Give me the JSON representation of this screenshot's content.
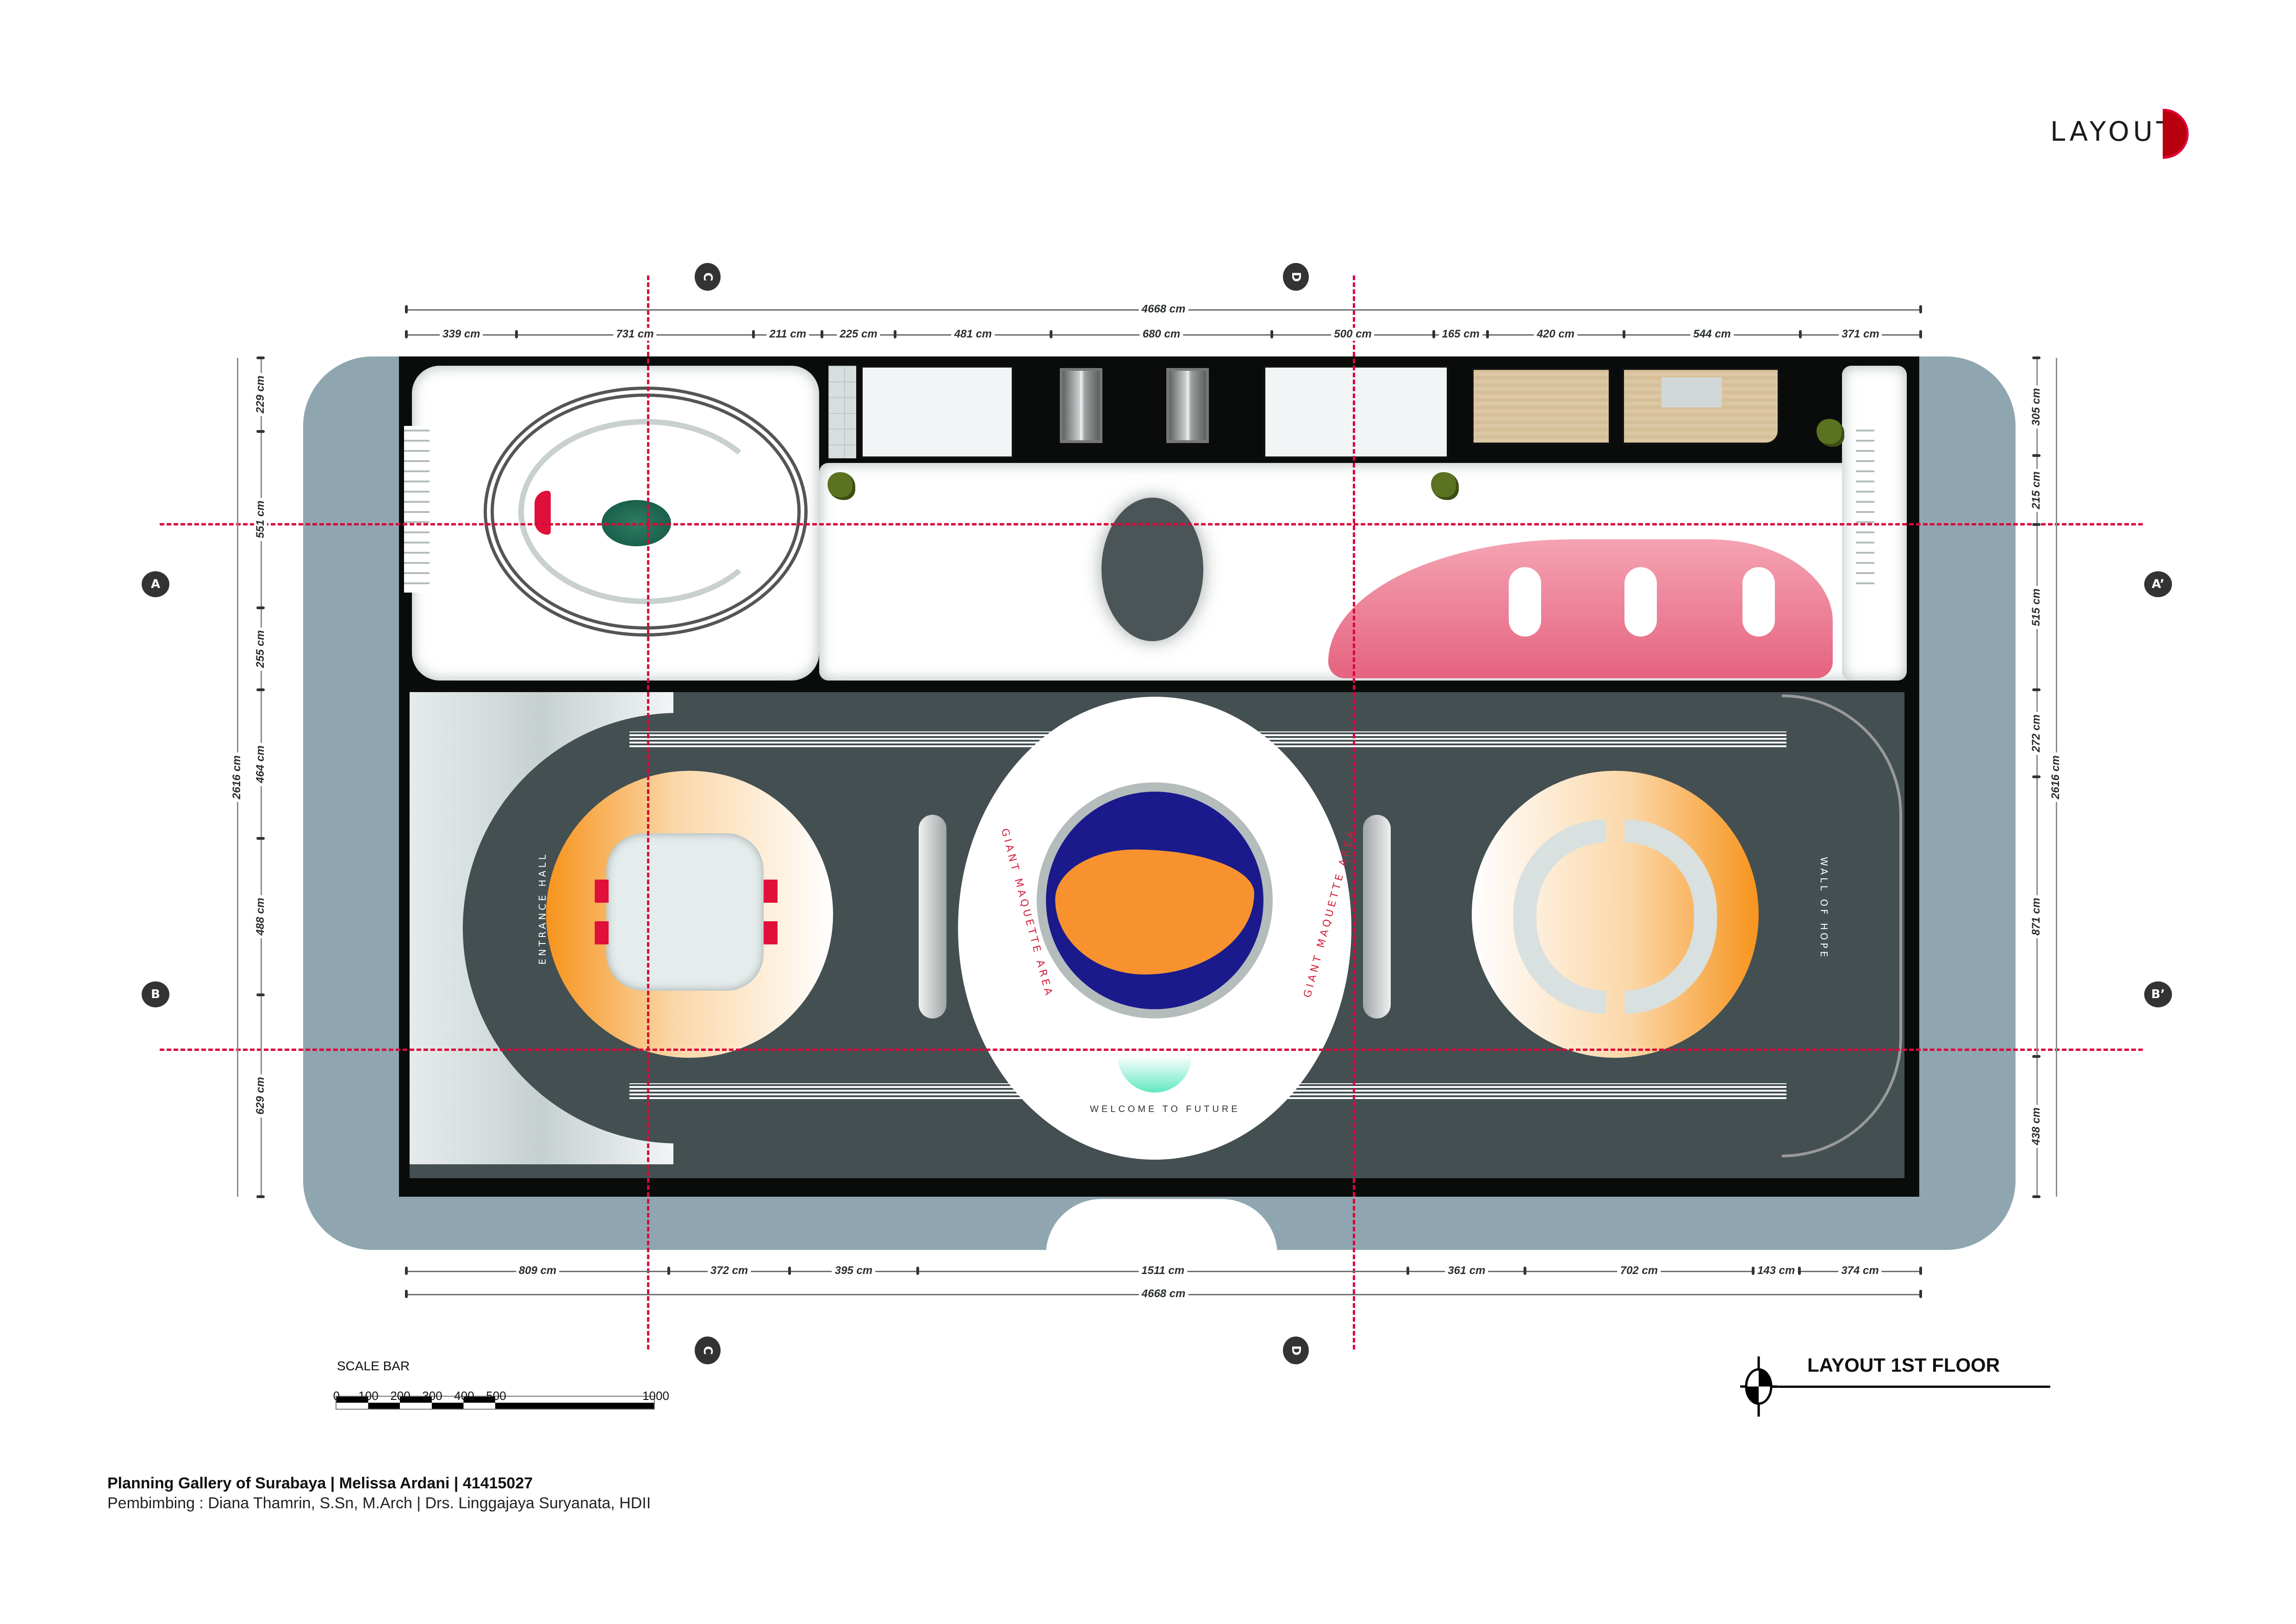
{
  "header": {
    "title": "LAYOUT",
    "accent_color": "#b8000e"
  },
  "drawing": {
    "title": "LAYOUT 1ST FLOOR",
    "symbol": "north-arrow-quadrant-icon",
    "section_markers": {
      "A": "A",
      "A_prime": "A’",
      "B": "B",
      "B_prime": "B’",
      "C": "C",
      "C_prime": "C",
      "D": "D",
      "D_prime": "D"
    },
    "section_line_color": "#d9083a",
    "top_dimensions": {
      "overall": "4668 cm",
      "segments": [
        "339 cm",
        "731 cm",
        "211 cm",
        "225 cm",
        "481 cm",
        "680 cm",
        "500 cm",
        "165 cm",
        "420 cm",
        "544 cm",
        "371 cm"
      ]
    },
    "bottom_dimensions": {
      "overall": "4668 cm",
      "segments": [
        "809 cm",
        "372 cm",
        "395 cm",
        "1511 cm",
        "361 cm",
        "702 cm",
        "143 cm",
        "374 cm"
      ]
    },
    "left_dimensions": {
      "overall": "2616 cm",
      "segments": [
        "229 cm",
        "551 cm",
        "255 cm",
        "464 cm",
        "488 cm",
        "629 cm"
      ]
    },
    "right_dimensions": {
      "overall": "2616 cm",
      "segments": [
        "305 cm",
        "215 cm",
        "515 cm",
        "272 cm",
        "871 cm",
        "438 cm"
      ]
    },
    "areas": {
      "entrance_hall": "ENTRANCE HALL",
      "giant_maquette_left": "GIANT MAQUETTE AREA",
      "giant_maquette_right": "GIANT MAQUETTE AREA",
      "welcome": "WELCOME TO FUTURE",
      "wall_of_hope": "WALL OF HOPE"
    },
    "colors": {
      "floor_dark": "#444f52",
      "orange_disc": "#f7941d",
      "map_blue": "#1a1a8c",
      "map_orange": "#f7922f",
      "pink_zone": "#ec7f96",
      "exterior_shell": "#8fa6b0"
    }
  },
  "scale_bar": {
    "title": "SCALE BAR",
    "ticks": [
      "0",
      "100",
      "200",
      "300",
      "400",
      "500",
      "1000"
    ]
  },
  "footer": {
    "line1": "Planning Gallery of Surabaya | Melissa Ardani | 41415027",
    "line2": "Pembimbing : Diana Thamrin, S.Sn, M.Arch | Drs. Linggajaya Suryanata, HDII"
  }
}
